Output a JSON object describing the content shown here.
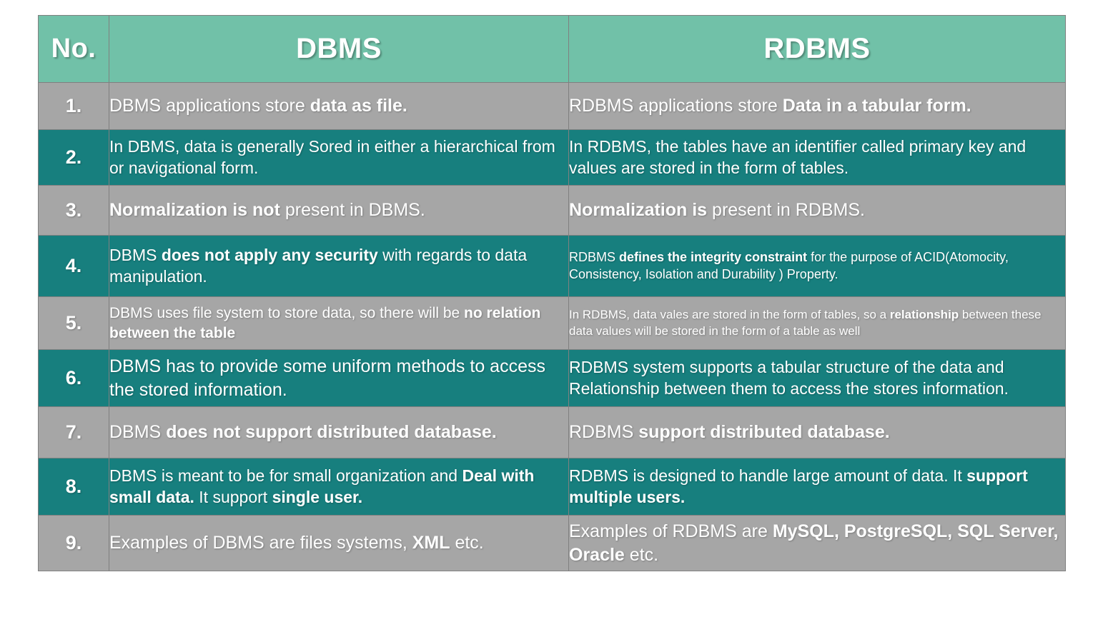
{
  "table": {
    "colors": {
      "header_green": "#71c1a8",
      "band_gray": "#a6a6a6",
      "band_teal": "#177f7e",
      "text": "#ffffff",
      "border": "#808080",
      "page_background": "#ffffff"
    },
    "headers": {
      "no": "No.",
      "left": "DBMS",
      "right": "RDBMS"
    },
    "rows": [
      {
        "no": "1.",
        "band": "gray",
        "dbms": {
          "plain_1": "DBMS applications store ",
          "bold_1": "data as file.",
          "plain_2": ""
        },
        "rdbms": {
          "plain_1": "RDBMS applications store ",
          "bold_1": "Data in a tabular form.",
          "plain_2": ""
        }
      },
      {
        "no": "2.",
        "band": "teal",
        "dbms": {
          "plain_1": "In DBMS, data is generally Sored in either a hierarchical from or navigational form.",
          "bold_1": "",
          "plain_2": ""
        },
        "rdbms": {
          "plain_1": "In RDBMS, the tables have an identifier called primary key and values are stored in the form of tables.",
          "bold_1": "",
          "plain_2": ""
        }
      },
      {
        "no": "3.",
        "band": "gray",
        "dbms": {
          "plain_1": "",
          "bold_1": "Normalization is not",
          "plain_2": " present in DBMS."
        },
        "rdbms": {
          "plain_1": "",
          "bold_1": "Normalization is",
          "plain_2": " present in RDBMS."
        }
      },
      {
        "no": "4.",
        "band": "teal",
        "dbms": {
          "plain_1": "DBMS ",
          "bold_1": "does not apply any security",
          "plain_2": " with regards to data manipulation."
        },
        "rdbms": {
          "plain_1": "RDBMS ",
          "bold_1": "defines the integrity constraint",
          "plain_2": " for the purpose of ACID(Atomocity, Consistency, Isolation and Durability ) Property."
        }
      },
      {
        "no": "5.",
        "band": "gray",
        "dbms": {
          "plain_1": "DBMS uses file system to store data, so there will be ",
          "bold_1": "no relation between the table",
          "plain_2": ""
        },
        "rdbms": {
          "plain_1": "In RDBMS, data vales are stored in the form of tables, so a ",
          "bold_1": "relationship",
          "plain_2": " between these data values will be stored in the form of a table as well"
        }
      },
      {
        "no": "6.",
        "band": "teal",
        "dbms": {
          "plain_1": "DBMS has to  provide some uniform methods to access the stored information.",
          "bold_1": "",
          "plain_2": ""
        },
        "rdbms": {
          "plain_1": "RDBMS system supports a tabular structure of the data and Relationship between them to access the stores information.",
          "bold_1": "",
          "plain_2": ""
        }
      },
      {
        "no": "7.",
        "band": "gray",
        "dbms": {
          "plain_1": "DBMS ",
          "bold_1": "does not support distributed  database.",
          "plain_2": ""
        },
        "rdbms": {
          "plain_1": "RDBMS ",
          "bold_1": "support distributed database.",
          "plain_2": ""
        }
      },
      {
        "no": "8.",
        "band": "teal",
        "dbms": {
          "plain_1": "DBMS is meant to be for small organization and ",
          "bold_1": "Deal with small data.",
          "plain_2": " It support ",
          "bold_2": "single user."
        },
        "rdbms": {
          "plain_1": "RDBMS is designed to handle large amount of data. It ",
          "bold_1": "support multiple users.",
          "plain_2": ""
        }
      },
      {
        "no": "9.",
        "band": "gray",
        "dbms": {
          "plain_1": "Examples of DBMS are files systems, ",
          "bold_1": "XML",
          "plain_2": " etc."
        },
        "rdbms": {
          "plain_1": "Examples of RDBMS are ",
          "bold_1": "MySQL, PostgreSQL, SQL Server, Oracle",
          "plain_2": " etc."
        }
      }
    ]
  }
}
